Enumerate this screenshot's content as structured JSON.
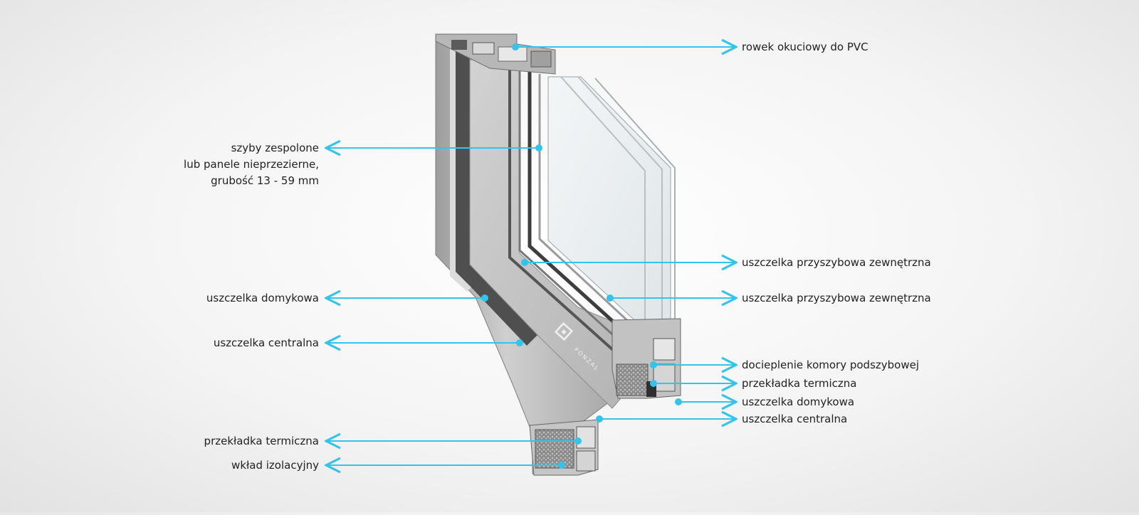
{
  "colors": {
    "callout": "#33c4ec",
    "text": "#222222",
    "frame_light": "#c4c4c4",
    "frame_mid": "#a6a6a6",
    "frame_dark": "#4a4a4a",
    "glass": "#e9eef0"
  },
  "icons": [
    "brand-logo-icon",
    "arrow-left-icon",
    "arrow-right-icon",
    "callout-dot-icon"
  ],
  "brand": {
    "text": "PONZAL"
  },
  "labels_left": [
    {
      "id": "szyby",
      "lines": [
        "szyby zespolone",
        "lub panele nieprzezierne,",
        "grubość 13 - 59 mm"
      ]
    },
    {
      "id": "uszczelka-domykowa-left",
      "lines": [
        "uszczelka domykowa"
      ]
    },
    {
      "id": "uszczelka-centralna-left",
      "lines": [
        "uszczelka centralna"
      ]
    },
    {
      "id": "przekladka-left",
      "lines": [
        "przekładka termiczna"
      ]
    },
    {
      "id": "wklad",
      "lines": [
        "wkład izolacyjny"
      ]
    }
  ],
  "labels_right": [
    {
      "id": "rowek",
      "lines": [
        "rowek okuciowy do PVC"
      ]
    },
    {
      "id": "przyszybowa-1",
      "lines": [
        "uszczelka przyszybowa zewnętrzna"
      ]
    },
    {
      "id": "przyszybowa-2",
      "lines": [
        "uszczelka przyszybowa zewnętrzna"
      ]
    },
    {
      "id": "docieplenie",
      "lines": [
        "docieplenie komory  podszybowej"
      ]
    },
    {
      "id": "przekladka-right",
      "lines": [
        "przekładka termiczna"
      ]
    },
    {
      "id": "uszczelka-domykowa-right",
      "lines": [
        "uszczelka domykowa"
      ]
    },
    {
      "id": "uszczelka-centralna-right",
      "lines": [
        "uszczelka centralna"
      ]
    }
  ]
}
